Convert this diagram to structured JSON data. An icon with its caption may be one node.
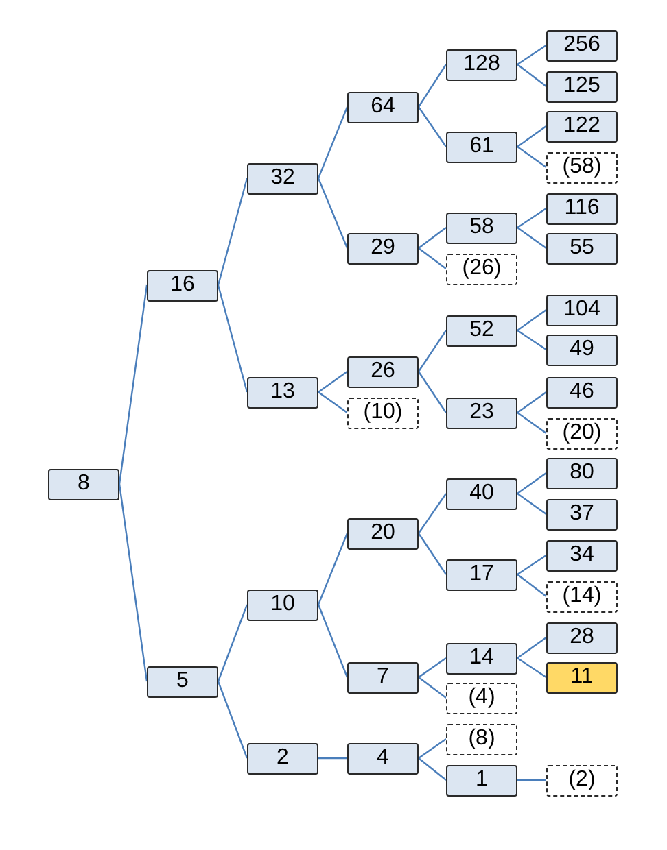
{
  "diagram": {
    "nodes": [
      {
        "text": [
          "8"
        ]
      },
      {
        "text": [
          "16"
        ]
      },
      {
        "text": [
          "32"
        ]
      },
      {
        "text": [
          "64"
        ]
      },
      {
        "text": [
          "128"
        ]
      },
      {
        "text": [
          "256"
        ]
      },
      {
        "text": [
          "125"
        ]
      },
      {
        "text": [
          "61"
        ]
      },
      {
        "text": [
          "122"
        ]
      },
      {
        "text": [
          "(58)"
        ]
      },
      {
        "text": [
          "29"
        ]
      },
      {
        "text": [
          "58"
        ]
      },
      {
        "text": [
          "116"
        ]
      },
      {
        "text": [
          "55"
        ]
      },
      {
        "text": [
          "(26)"
        ]
      },
      {
        "text": [
          "13"
        ]
      },
      {
        "text": [
          "26"
        ]
      },
      {
        "text": [
          "52"
        ]
      },
      {
        "text": [
          "104"
        ]
      },
      {
        "text": [
          "49"
        ]
      },
      {
        "text": [
          "23"
        ]
      },
      {
        "text": [
          "46"
        ]
      },
      {
        "text": [
          "(20)"
        ]
      },
      {
        "text": [
          "(10)"
        ]
      },
      {
        "text": [
          "5"
        ]
      },
      {
        "text": [
          "10"
        ]
      },
      {
        "text": [
          "20"
        ]
      },
      {
        "text": [
          "40"
        ]
      },
      {
        "text": [
          "80"
        ]
      },
      {
        "text": [
          "37"
        ]
      },
      {
        "text": [
          "17"
        ]
      },
      {
        "text": [
          "34"
        ]
      },
      {
        "text": [
          "(14)"
        ]
      },
      {
        "text": [
          "7"
        ]
      },
      {
        "text": [
          "14"
        ]
      },
      {
        "text": [
          "28"
        ]
      },
      {
        "text": [
          "11"
        ]
      },
      {
        "text": [
          "(4)"
        ]
      },
      {
        "text": [
          "2"
        ]
      },
      {
        "text": [
          "4"
        ]
      },
      {
        "text": [
          "(8)"
        ]
      },
      {
        "text": [
          "1"
        ]
      },
      {
        "text": [
          "(2)"
        ]
      }
    ],
    "edges": [
      {
        "from": 0,
        "to": 1,
        "arrow": "none"
      },
      {
        "from": 0,
        "to": 24,
        "arrow": "none"
      },
      {
        "from": 1,
        "to": 2,
        "arrow": "none"
      },
      {
        "from": 1,
        "to": 15,
        "arrow": "none"
      },
      {
        "from": 2,
        "to": 3,
        "arrow": "none"
      },
      {
        "from": 2,
        "to": 10,
        "arrow": "none"
      },
      {
        "from": 3,
        "to": 4,
        "arrow": "none"
      },
      {
        "from": 3,
        "to": 7,
        "arrow": "none"
      },
      {
        "from": 4,
        "to": 5,
        "arrow": "none"
      },
      {
        "from": 4,
        "to": 6,
        "arrow": "none"
      },
      {
        "from": 7,
        "to": 8,
        "arrow": "none"
      },
      {
        "from": 7,
        "to": 9,
        "arrow": "none"
      },
      {
        "from": 10,
        "to": 11,
        "arrow": "none"
      },
      {
        "from": 10,
        "to": 14,
        "arrow": "none"
      },
      {
        "from": 11,
        "to": 12,
        "arrow": "none"
      },
      {
        "from": 11,
        "to": 13,
        "arrow": "none"
      },
      {
        "from": 15,
        "to": 16,
        "arrow": "none"
      },
      {
        "from": 15,
        "to": 23,
        "arrow": "none"
      },
      {
        "from": 16,
        "to": 17,
        "arrow": "none"
      },
      {
        "from": 16,
        "to": 20,
        "arrow": "none"
      },
      {
        "from": 17,
        "to": 18,
        "arrow": "none"
      },
      {
        "from": 17,
        "to": 19,
        "arrow": "none"
      },
      {
        "from": 20,
        "to": 21,
        "arrow": "none"
      },
      {
        "from": 20,
        "to": 22,
        "arrow": "none"
      },
      {
        "from": 24,
        "to": 25,
        "arrow": "none"
      },
      {
        "from": 24,
        "to": 38,
        "arrow": "none"
      },
      {
        "from": 25,
        "to": 26,
        "arrow": "none"
      },
      {
        "from": 25,
        "to": 33,
        "arrow": "none"
      },
      {
        "from": 26,
        "to": 27,
        "arrow": "none"
      },
      {
        "from": 26,
        "to": 30,
        "arrow": "none"
      },
      {
        "from": 27,
        "to": 28,
        "arrow": "none"
      },
      {
        "from": 27,
        "to": 29,
        "arrow": "none"
      },
      {
        "from": 30,
        "to": 31,
        "arrow": "none"
      },
      {
        "from": 30,
        "to": 32,
        "arrow": "none"
      },
      {
        "from": 33,
        "to": 34,
        "arrow": "none"
      },
      {
        "from": 33,
        "to": 37,
        "arrow": "none"
      },
      {
        "from": 34,
        "to": 35,
        "arrow": "none"
      },
      {
        "from": 34,
        "to": 36,
        "arrow": "none"
      },
      {
        "from": 38,
        "to": 39,
        "arrow": "none"
      },
      {
        "from": 39,
        "to": 40,
        "arrow": "none"
      },
      {
        "from": 39,
        "to": 41,
        "arrow": "none"
      },
      {
        "from": 41,
        "to": 42,
        "arrow": "none"
      }
    ]
  }
}
